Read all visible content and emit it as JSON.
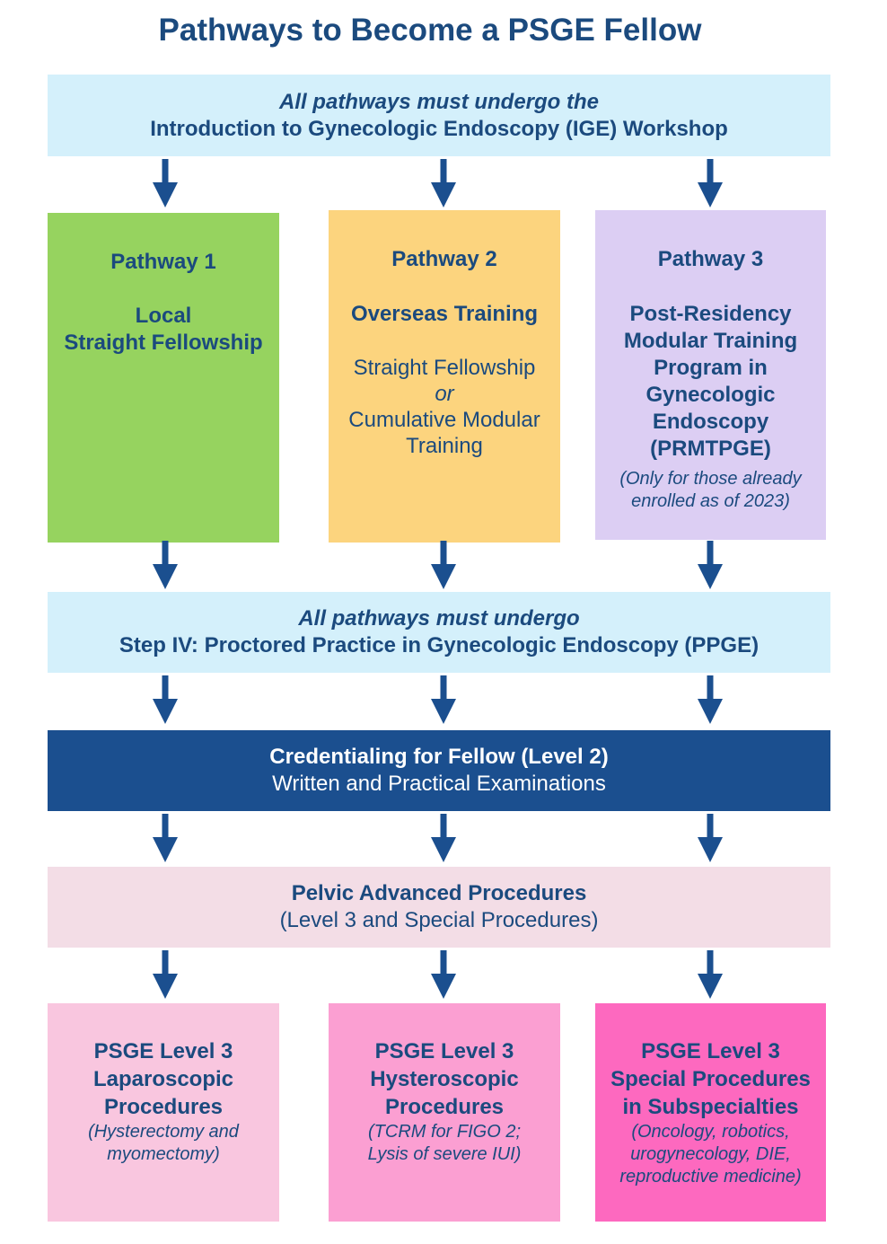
{
  "title": "Pathways to Become a PSGE Fellow",
  "intro": {
    "line1": "All pathways must undergo the",
    "line2": "Introduction to Gynecologic Endoscopy (IGE) Workshop"
  },
  "pathways": [
    {
      "heading": "Pathway 1",
      "name_lines": [
        "Local",
        "Straight Fellowship"
      ],
      "color": "#96d35f"
    },
    {
      "heading": "Pathway 2",
      "name": "Overseas Training",
      "detail1": "Straight Fellowship",
      "detail_or": "or",
      "detail2_lines": [
        "Cumulative Modular",
        "Training"
      ],
      "color": "#fcd47e"
    },
    {
      "heading": "Pathway 3",
      "name_lines": [
        "Post-Residency",
        "Modular Training",
        "Program in",
        "Gynecologic",
        "Endoscopy",
        "(PRMTPGE)"
      ],
      "note_lines": [
        "(Only for those already",
        "enrolled as of 2023)"
      ],
      "color": "#dccef3"
    }
  ],
  "step4": {
    "line1": "All pathways must undergo",
    "line2": "Step IV: Proctored Practice in Gynecologic Endoscopy (PPGE)"
  },
  "credentialing": {
    "line1": "Credentialing for Fellow (Level 2)",
    "line2": "Written and Practical Examinations",
    "color": "#1b4f8f"
  },
  "advanced": {
    "line1": "Pelvic Advanced Procedures",
    "line2": "(Level 3 and Special Procedures)"
  },
  "levels": [
    {
      "title_lines": [
        "PSGE Level 3",
        "Laparoscopic",
        "Procedures"
      ],
      "note_lines": [
        "(Hysterectomy and",
        "myomectomy)"
      ],
      "color": "#f9c6df"
    },
    {
      "title_lines": [
        "PSGE Level 3",
        "Hysteroscopic",
        "Procedures"
      ],
      "note_lines": [
        "(TCRM for FIGO 2;",
        "Lysis of severe IUI)"
      ],
      "color": "#fb9fd2"
    },
    {
      "title_lines": [
        "PSGE Level 3",
        "Special Procedures",
        "in Subspecialties"
      ],
      "note_lines": [
        "(Oncology, robotics,",
        "urogynecology, DIE,",
        "reproductive medicine)"
      ],
      "color": "#fd69bf"
    }
  ],
  "colors": {
    "band_light_blue": "#d4f0fb",
    "band_pink": "#f3dde6",
    "arrow": "#1b4f8f",
    "text": "#1b4a7e"
  }
}
